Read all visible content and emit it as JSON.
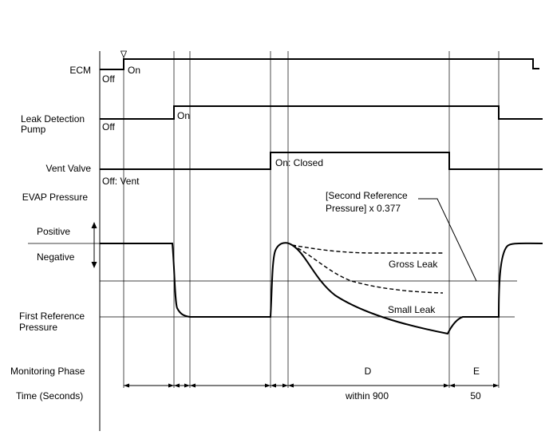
{
  "labels": {
    "ecm": "ECM",
    "leak_pump_1": "Leak Detection",
    "leak_pump_2": "Pump",
    "vent_valve": "Vent Valve",
    "evap_pressure": "EVAP Pressure",
    "positive": "Positive",
    "negative": "Negative",
    "first_ref_1": "First Reference",
    "first_ref_2": "Pressure",
    "monitoring_phase": "Monitoring Phase",
    "time_seconds": "Time (Seconds)"
  },
  "states": {
    "ecm_off": "Off",
    "ecm_on": "On",
    "pump_off": "Off",
    "pump_on": "On",
    "vent_off": "Off: Vent",
    "vent_on": "On: Closed"
  },
  "annotations": {
    "second_ref_1": "[Second Reference",
    "second_ref_2": "Pressure] x 0.377",
    "gross_leak": "Gross Leak",
    "small_leak": "Small Leak"
  },
  "phases": {
    "d": "D",
    "e": "E"
  },
  "times": {
    "d": "within 900",
    "e": "50"
  }
}
